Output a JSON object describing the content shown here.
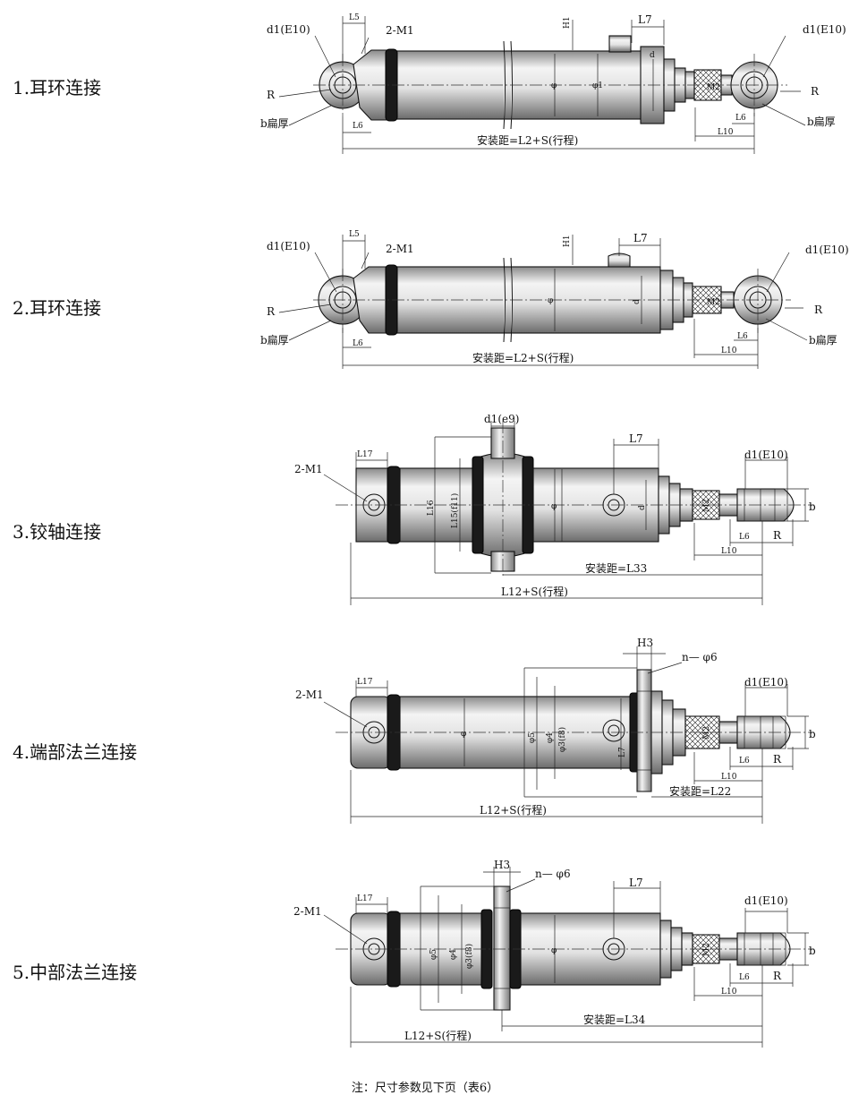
{
  "rows": [
    {
      "title": "1.耳环连接"
    },
    {
      "title": "2.耳环连接"
    },
    {
      "title": "3.铰轴连接"
    },
    {
      "title": "4.端部法兰连接"
    },
    {
      "title": "5.中部法兰连接"
    }
  ],
  "labels": {
    "d1_E10": "d1(E10)",
    "d1_e9": "d1(e9)",
    "R": "R",
    "b_flat": "b扁厚",
    "L5": "L5",
    "two_M1": "2-M1",
    "H1": "H1",
    "L7": "L7",
    "L6": "L6",
    "L10": "L10",
    "M2": "M2",
    "d": "d",
    "phi": "φ",
    "phi1": "φ1",
    "b": "b",
    "L17": "L17",
    "L16": "L16",
    "L15_f11": "L15(f11)",
    "H3": "H3",
    "n_phi6": "n— φ6",
    "phi5": "φ5",
    "phi4": "φ4",
    "phi3_f8": "φ3(f8)",
    "install_L2S": "安装距=L2+S(行程)",
    "install_L33": "安装距=L33",
    "install_L22": "安装距=L22",
    "install_L34": "安装距=L34",
    "L12_S": "L12+S(行程)"
  },
  "note": "注：尺寸参数见下页（表6）"
}
